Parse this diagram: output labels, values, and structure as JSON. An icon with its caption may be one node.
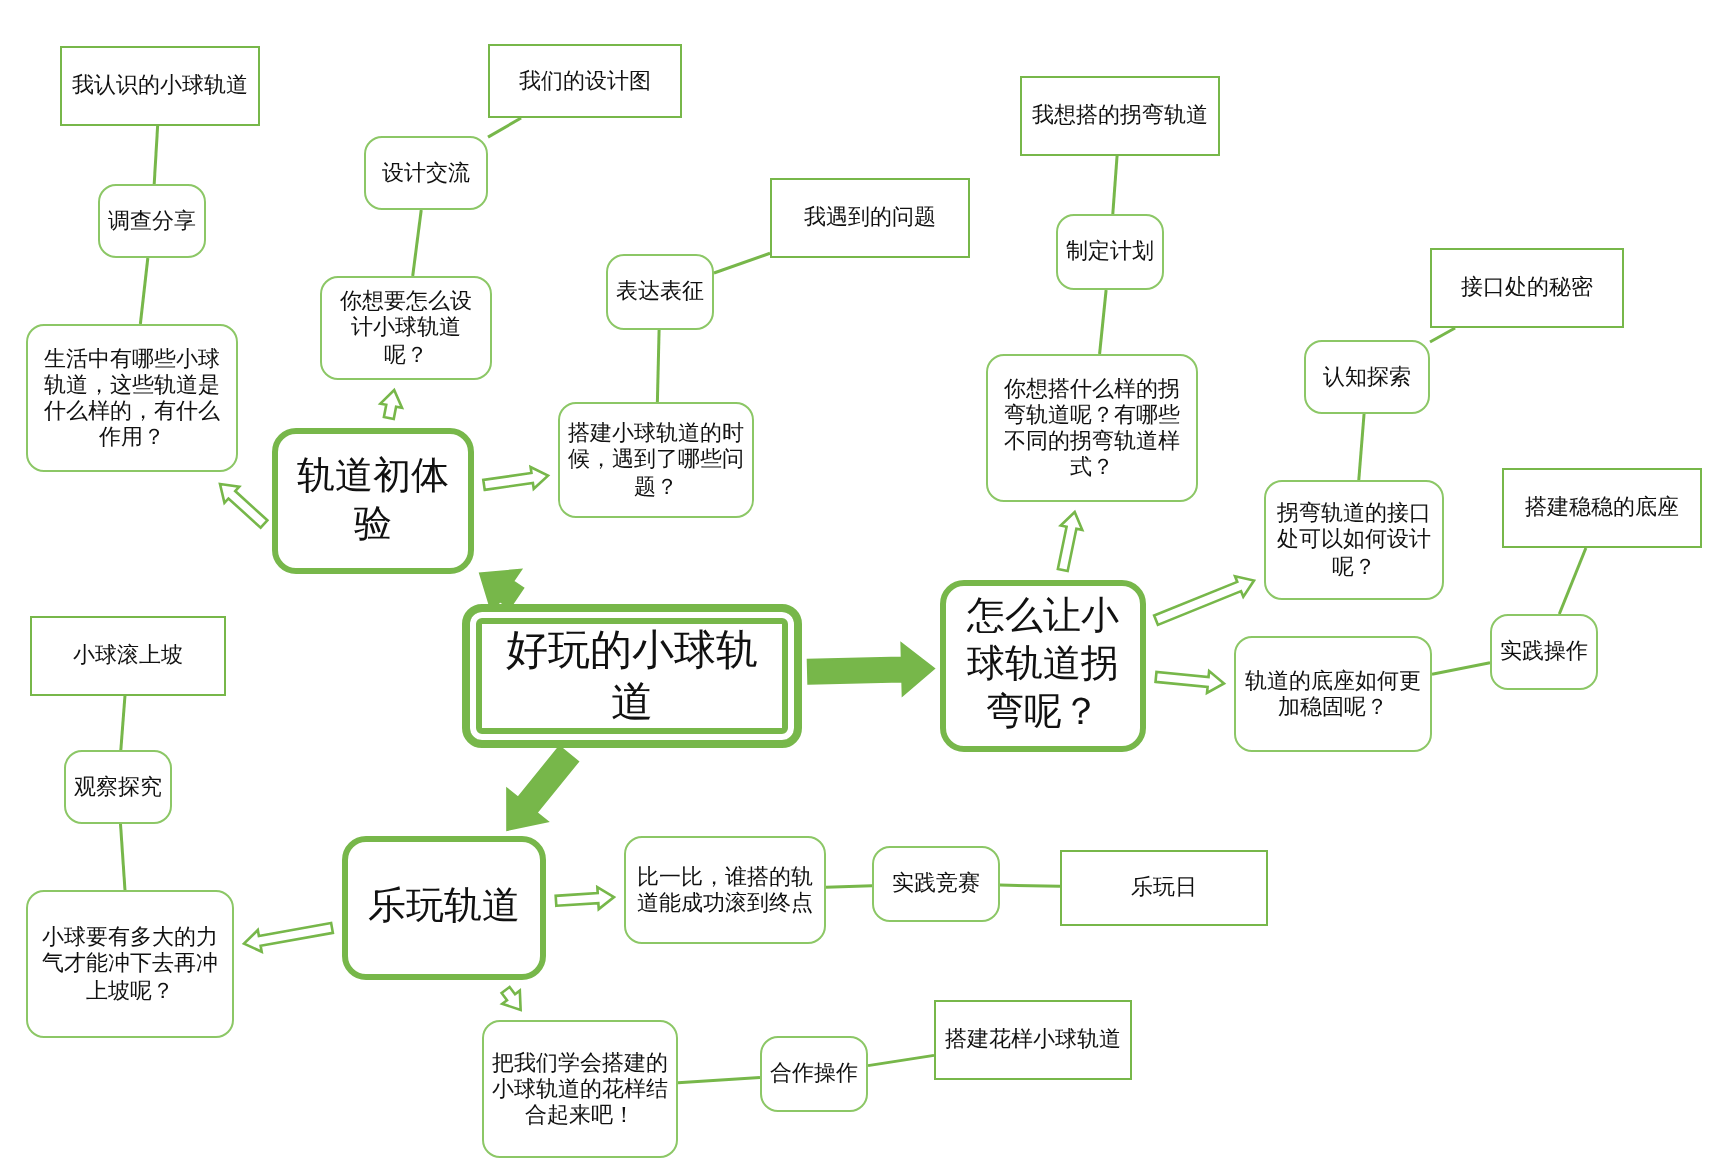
{
  "diagram": {
    "nodes": [
      {
        "text": [
          "好玩的小球轨道"
        ]
      },
      {
        "text": [
          "轨道初体验"
        ]
      },
      {
        "text": [
          "生活中有哪些小球轨道，这些轨道是什么样的，有什么作用？"
        ]
      },
      {
        "text": [
          "调查分享"
        ]
      },
      {
        "text": [
          "我认识的小球轨道"
        ]
      },
      {
        "text": [
          "你想要怎么设计小球轨道呢？"
        ]
      },
      {
        "text": [
          "设计交流"
        ]
      },
      {
        "text": [
          "我们的设计图"
        ]
      },
      {
        "text": [
          "搭建小球轨道的时候，遇到了哪些问题？"
        ]
      },
      {
        "text": [
          "表达表征"
        ]
      },
      {
        "text": [
          "我遇到的问题"
        ]
      },
      {
        "text": [
          "怎么让小球轨道拐弯呢？"
        ]
      },
      {
        "text": [
          "你想搭什么样的拐弯轨道呢？有哪些不同的拐弯轨道样式？"
        ]
      },
      {
        "text": [
          "制定计划"
        ]
      },
      {
        "text": [
          "我想搭的拐弯轨道"
        ]
      },
      {
        "text": [
          "拐弯轨道的接口处可以如何设计呢？"
        ]
      },
      {
        "text": [
          "认知探索"
        ]
      },
      {
        "text": [
          "接口处的秘密"
        ]
      },
      {
        "text": [
          "轨道的底座如何更加稳固呢？"
        ]
      },
      {
        "text": [
          "实践操作"
        ]
      },
      {
        "text": [
          "搭建稳稳的底座"
        ]
      },
      {
        "text": [
          "乐玩轨道"
        ]
      },
      {
        "text": [
          "小球要有多大的力气才能冲下去再冲上坡呢？"
        ]
      },
      {
        "text": [
          "观察探究"
        ]
      },
      {
        "text": [
          "小球滚上坡"
        ]
      },
      {
        "text": [
          "比一比，谁搭的轨道能成功滚到终点"
        ]
      },
      {
        "text": [
          "实践竞赛"
        ]
      },
      {
        "text": [
          "乐玩日"
        ]
      },
      {
        "text": [
          "把我们学会搭建的小球轨道的花样结合起来吧！"
        ]
      },
      {
        "text": [
          "合作操作"
        ]
      },
      {
        "text": [
          "搭建花样小球轨道"
        ]
      }
    ],
    "edges": [
      {
        "from": 0,
        "to": 1,
        "arrow": "to",
        "style": "thick"
      },
      {
        "from": 0,
        "to": 11,
        "arrow": "to",
        "style": "thick"
      },
      {
        "from": 0,
        "to": 21,
        "arrow": "to",
        "style": "thick"
      },
      {
        "from": 1,
        "to": 2,
        "arrow": "to"
      },
      {
        "from": 1,
        "to": 5,
        "arrow": "to"
      },
      {
        "from": 1,
        "to": 8,
        "arrow": "to"
      },
      {
        "from": 2,
        "to": 3,
        "arrow": "none"
      },
      {
        "from": 3,
        "to": 4,
        "arrow": "none"
      },
      {
        "from": 5,
        "to": 6,
        "arrow": "none"
      },
      {
        "from": 6,
        "to": 7,
        "arrow": "none"
      },
      {
        "from": 8,
        "to": 9,
        "arrow": "none"
      },
      {
        "from": 9,
        "to": 10,
        "arrow": "none"
      },
      {
        "from": 11,
        "to": 12,
        "arrow": "to"
      },
      {
        "from": 11,
        "to": 15,
        "arrow": "to"
      },
      {
        "from": 11,
        "to": 18,
        "arrow": "to"
      },
      {
        "from": 12,
        "to": 13,
        "arrow": "none"
      },
      {
        "from": 13,
        "to": 14,
        "arrow": "none"
      },
      {
        "from": 15,
        "to": 16,
        "arrow": "none"
      },
      {
        "from": 16,
        "to": 17,
        "arrow": "none"
      },
      {
        "from": 18,
        "to": 19,
        "arrow": "none"
      },
      {
        "from": 19,
        "to": 20,
        "arrow": "none"
      },
      {
        "from": 21,
        "to": 22,
        "arrow": "to"
      },
      {
        "from": 21,
        "to": 25,
        "arrow": "to"
      },
      {
        "from": 21,
        "to": 28,
        "arrow": "to"
      },
      {
        "from": 22,
        "to": 23,
        "arrow": "none"
      },
      {
        "from": 23,
        "to": 24,
        "arrow": "none"
      },
      {
        "from": 25,
        "to": 26,
        "arrow": "none"
      },
      {
        "from": 26,
        "to": 27,
        "arrow": "none"
      },
      {
        "from": 28,
        "to": 29,
        "arrow": "none"
      },
      {
        "from": 29,
        "to": 30,
        "arrow": "none"
      }
    ]
  }
}
